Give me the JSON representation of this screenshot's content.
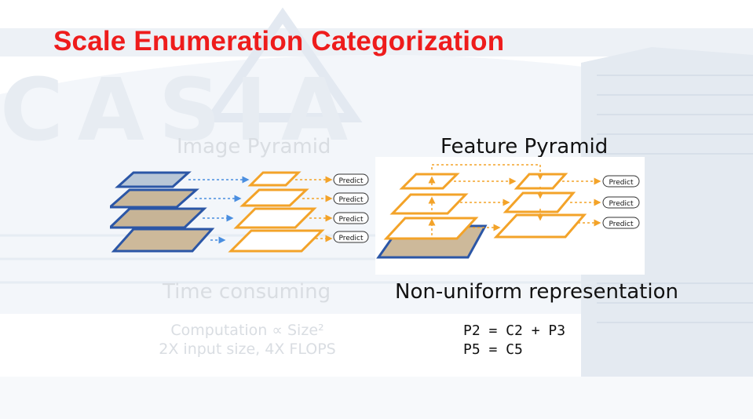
{
  "slide": {
    "title": "Scale Enumeration Categorization",
    "logo_text": "CASIA"
  },
  "left_panel": {
    "heading": "Image Pyramid",
    "predict_labels": [
      "Predict",
      "Predict",
      "Predict",
      "Predict"
    ],
    "caption": "Time consuming",
    "note_line1": "Computation ∝ Size²",
    "note_line2": "2X input size, 4X FLOPS"
  },
  "right_panel": {
    "heading": "Feature Pyramid",
    "predict_labels": [
      "Predict",
      "Predict",
      "Predict"
    ],
    "caption": "Non-uniform representation",
    "equation1": "P2 = C2 + P3",
    "equation2": "P5 = C5"
  },
  "colors": {
    "title": "#ee1c1c",
    "feature_orange": "#f3a329",
    "image_blue": "#2b56a6",
    "arrow_blue": "#4a8ee0",
    "faded_text": "#d9dde2"
  }
}
